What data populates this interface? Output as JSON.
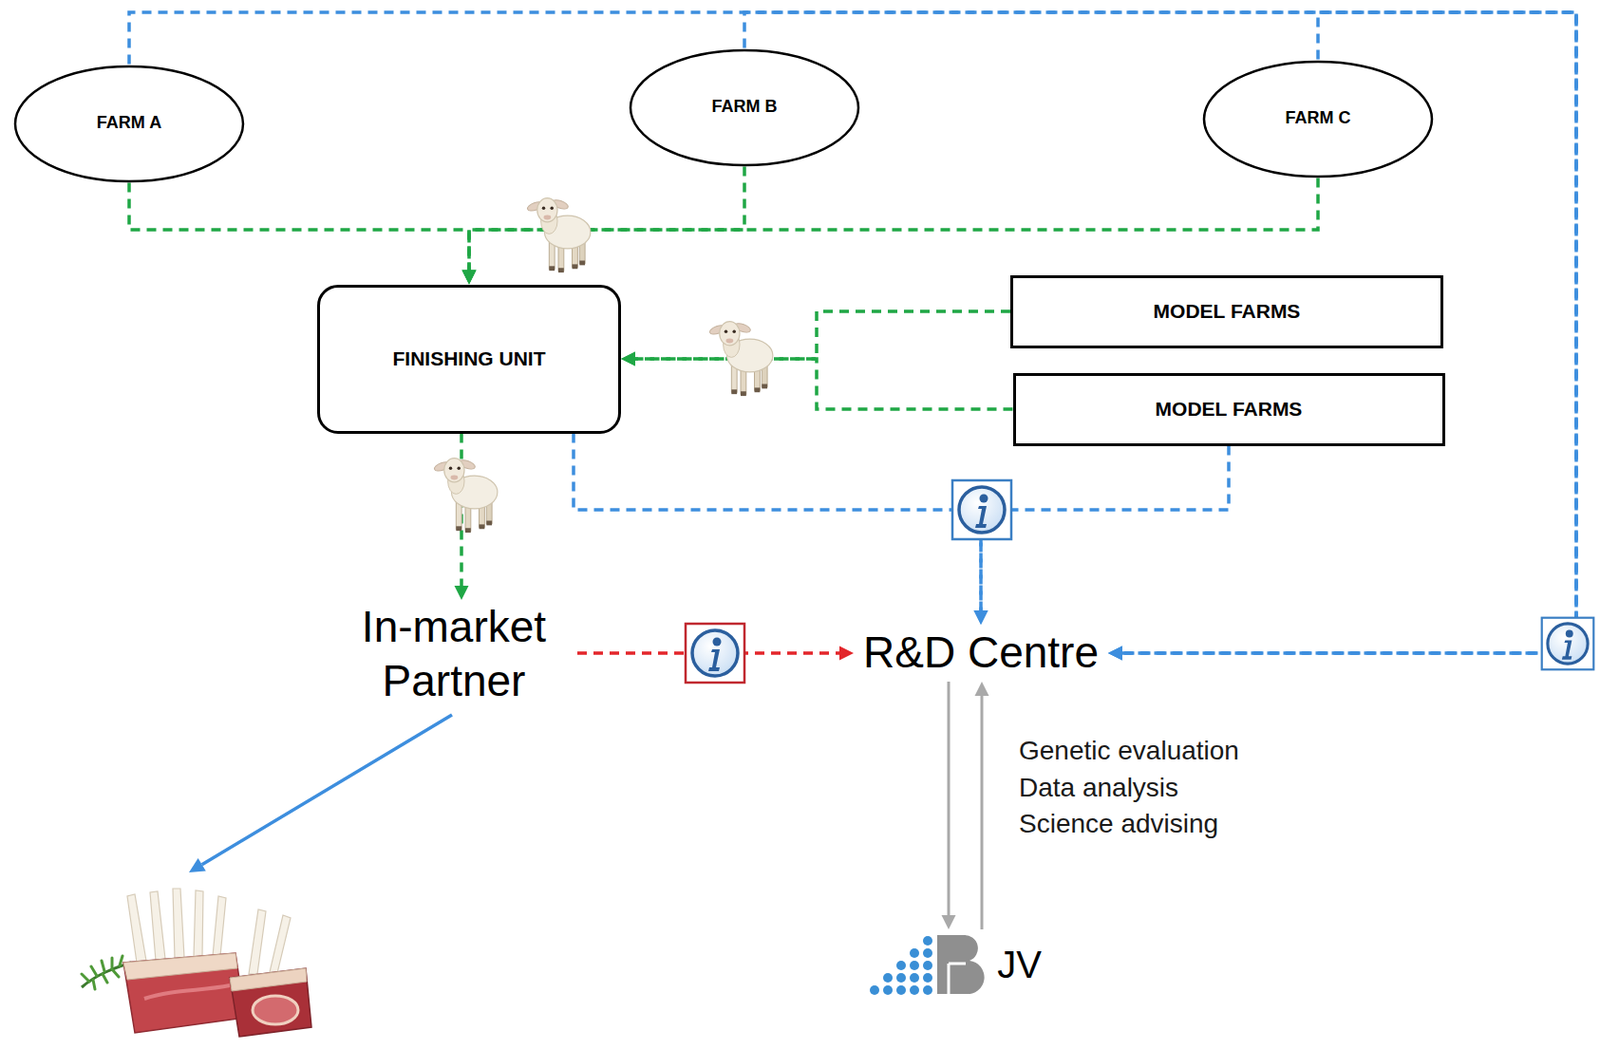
{
  "diagram": {
    "nodes": [
      {
        "text": [
          "FARM A"
        ]
      },
      {
        "text": [
          "FARM B"
        ]
      },
      {
        "text": [
          "FARM C"
        ]
      },
      {
        "text": [
          "FINISHING UNIT"
        ]
      },
      {
        "text": [
          "MODEL FARMS"
        ]
      },
      {
        "text": [
          "MODEL FARMS"
        ]
      },
      {
        "text": [
          "In-market Partner"
        ]
      },
      {
        "text": [
          "R&D Centre"
        ]
      },
      {
        "text": [
          "JV"
        ]
      }
    ],
    "edges": [
      {
        "from": 0,
        "to": 3,
        "arrow": "to"
      },
      {
        "from": 1,
        "to": 3,
        "arrow": "to"
      },
      {
        "from": 2,
        "to": 3,
        "arrow": "to"
      },
      {
        "from": 4,
        "to": 3,
        "arrow": "to"
      },
      {
        "from": 5,
        "to": 3,
        "arrow": "to"
      },
      {
        "from": 3,
        "to": 6,
        "arrow": "to"
      },
      {
        "from": 3,
        "to": 7,
        "arrow": "to"
      },
      {
        "from": 5,
        "to": 7,
        "arrow": "to"
      },
      {
        "from": 0,
        "to": 7,
        "arrow": "to"
      },
      {
        "from": 1,
        "to": 7,
        "arrow": "to"
      },
      {
        "from": 2,
        "to": 7,
        "arrow": "to"
      },
      {
        "from": 6,
        "to": 7,
        "arrow": "to"
      },
      {
        "from": 7,
        "to": 8,
        "arrow": "to",
        "label": "Genetic evaluation Data analysis Science advising"
      },
      {
        "from": 8,
        "to": 7,
        "arrow": "to"
      }
    ]
  }
}
